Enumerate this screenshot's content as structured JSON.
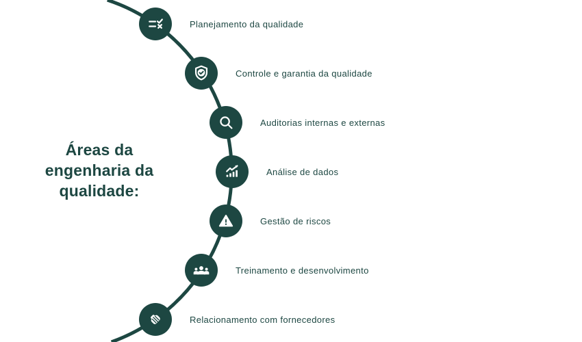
{
  "title": {
    "text": "Áreas da engenharia da qualidade:",
    "lines": [
      "Áreas da",
      "engenharia da",
      "qualidade:"
    ]
  },
  "items": [
    {
      "label": "Planejamento da qualidade",
      "icon": "checklist-icon"
    },
    {
      "label": "Controle e garantia da qualidade",
      "icon": "shield-check-icon"
    },
    {
      "label": "Auditorias internas e externas",
      "icon": "search-icon"
    },
    {
      "label": "Análise de dados",
      "icon": "chart-trend-icon"
    },
    {
      "label": "Gestão de riscos",
      "icon": "warning-icon"
    },
    {
      "label": "Treinamento e desenvolvimento",
      "icon": "people-icon"
    },
    {
      "label": "Relacionamento com fornecedores",
      "icon": "handshake-icon"
    }
  ],
  "colors": {
    "brand": "#1d4742",
    "background": "#ffffff",
    "icon": "#ffffff"
  }
}
